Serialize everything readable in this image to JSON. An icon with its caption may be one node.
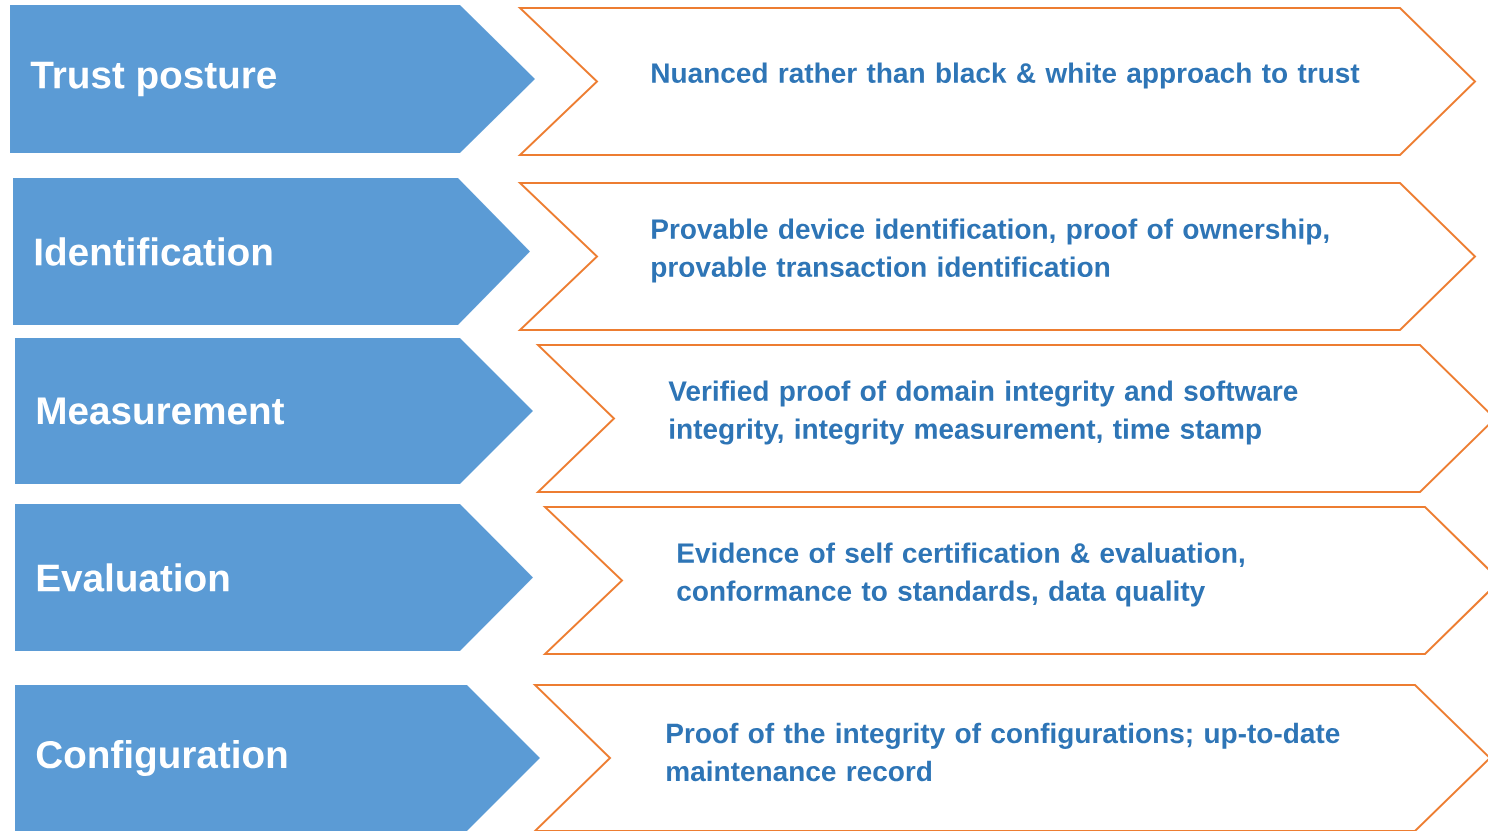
{
  "diagram": {
    "nodes": [
      {
        "text": [
          "Trust posture"
        ]
      },
      {
        "text": [
          "Nuanced rather than black & white approach to trust"
        ]
      },
      {
        "text": [
          "Identification"
        ]
      },
      {
        "text": [
          "Provable device identification, proof of ownership, provable transaction identification"
        ]
      },
      {
        "text": [
          "Measurement"
        ]
      },
      {
        "text": [
          "Verified proof of domain integrity and software integrity, integrity measurement, time stamp"
        ]
      },
      {
        "text": [
          "Evaluation"
        ]
      },
      {
        "text": [
          "Evidence of self certification & evaluation, conformance to standards, data quality"
        ]
      },
      {
        "text": [
          "Configuration"
        ]
      },
      {
        "text": [
          "Proof of the integrity of configurations; up-to-date maintenance record"
        ]
      }
    ]
  }
}
